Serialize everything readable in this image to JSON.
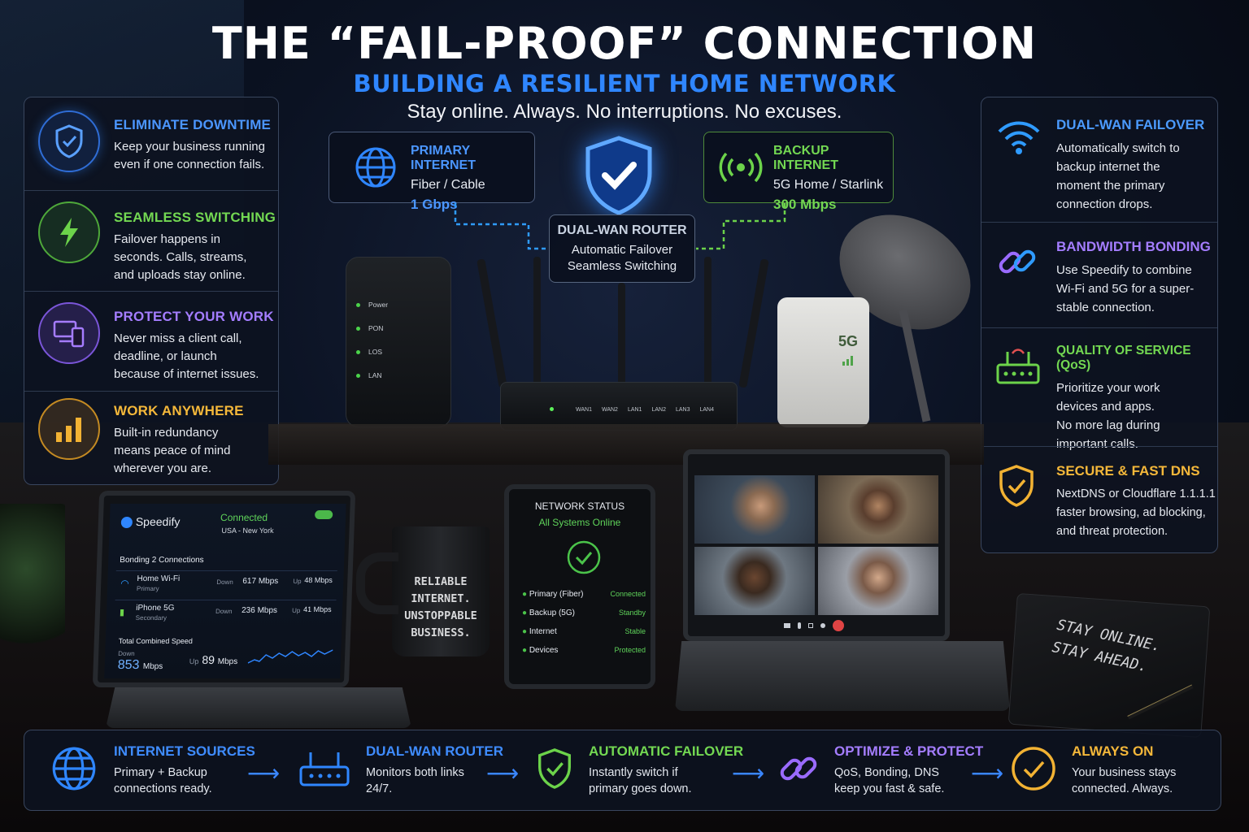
{
  "header": {
    "title": "THE “FAIL-PROOF” CONNECTION",
    "subtitle": "BUILDING A RESILIENT HOME NETWORK",
    "tagline": "Stay online. Always. No interruptions. No excuses."
  },
  "left_features": [
    {
      "title": "ELIMINATE DOWNTIME",
      "desc_lines": [
        "Keep your business running",
        "even if one connection fails."
      ],
      "color": "#3f8cff",
      "icon": "shield-check-icon"
    },
    {
      "title": "SEAMLESS SWITCHING",
      "desc_lines": [
        "Failover happens in",
        "seconds. Calls, streams,",
        "and uploads stay online."
      ],
      "color": "#6cd34a",
      "icon": "lightning-icon"
    },
    {
      "title": "PROTECT YOUR WORK",
      "desc_lines": [
        "Never miss a client call,",
        "deadline, or launch",
        "because of internet issues."
      ],
      "color": "#9a6bff",
      "icon": "devices-icon"
    },
    {
      "title": "WORK ANYWHERE",
      "desc_lines": [
        "Built-in redundancy",
        "means peace of mind",
        "wherever you are."
      ],
      "color": "#f2b233",
      "icon": "bar-chart-icon"
    }
  ],
  "right_features": [
    {
      "title": "DUAL-WAN FAILOVER",
      "desc_lines": [
        "Automatically switch to",
        "backup internet the",
        "moment the primary",
        "connection drops."
      ],
      "color": "#2f9bff",
      "icon": "wifi-icon"
    },
    {
      "title": "BANDWIDTH BONDING",
      "desc_lines": [
        "Use Speedify to combine",
        "Wi-Fi and 5G for a super-",
        "stable connection."
      ],
      "color": "#9a6bff",
      "icon": "link-icon"
    },
    {
      "title": "QUALITY OF SERVICE (QoS)",
      "desc_lines": [
        "Prioritize your work",
        "devices and apps.",
        "No more lag during",
        "important calls."
      ],
      "color": "#6cd34a",
      "icon": "router-icon"
    },
    {
      "title": "SECURE & FAST DNS",
      "desc_lines": [
        "NextDNS or Cloudflare 1.1.1.1",
        "faster browsing, ad blocking,",
        "and threat protection."
      ],
      "color": "#f2b233",
      "icon": "shield-check-icon"
    }
  ],
  "primary": {
    "title": "PRIMARY INTERNET",
    "type": "Fiber / Cable",
    "speed": "1 Gbps"
  },
  "backup": {
    "title": "BACKUP INTERNET",
    "type": "5G Home / Starlink",
    "speed": "300 Mbps"
  },
  "router_box": {
    "title": "DUAL-WAN ROUTER",
    "line1": "Automatic Failover",
    "line2": "Seamless Switching"
  },
  "modem_leds": [
    "Power",
    "PON",
    "LOS",
    "LAN"
  ],
  "router_ports": [
    "WAN1",
    "WAN2",
    "LAN1",
    "LAN2",
    "LAN3",
    "LAN4"
  ],
  "fiveg_label": "5G",
  "laptop": {
    "app": "Speedify",
    "status": "Connected",
    "location": "USA - New York",
    "bonding": "Bonding 2 Connections",
    "connections": [
      {
        "name": "Home Wi-Fi",
        "role": "Primary",
        "down_label": "Down",
        "down": "617 Mbps",
        "up_label": "Up",
        "up": "48 Mbps"
      },
      {
        "name": "iPhone 5G",
        "role": "Secondary",
        "down_label": "Down",
        "down": "236 Mbps",
        "up_label": "Up",
        "up": "41 Mbps"
      }
    ],
    "total_label": "Total Combined Speed",
    "down_label": "Down",
    "down_value": "853",
    "down_unit": "Mbps",
    "up_label": "Up",
    "up_value": "89",
    "up_unit": "Mbps"
  },
  "mug": {
    "lines": [
      "RELIABLE",
      "INTERNET.",
      "UNSTOPPABLE",
      "BUSINESS."
    ]
  },
  "tablet": {
    "title": "NETWORK STATUS",
    "subtitle": "All Systems Online",
    "rows": [
      {
        "label": "Primary (Fiber)",
        "status": "Connected"
      },
      {
        "label": "Backup (5G)",
        "status": "Standby"
      },
      {
        "label": "Internet",
        "status": "Stable"
      },
      {
        "label": "Devices",
        "status": "Protected"
      }
    ]
  },
  "notebook": {
    "lines": [
      "STAY ONLINE.",
      "STAY AHEAD."
    ]
  },
  "bottom_steps": [
    {
      "title": "INTERNET SOURCES",
      "desc_lines": [
        "Primary + Backup",
        "connections ready."
      ],
      "color": "#2f86ff",
      "icon": "globe-icon"
    },
    {
      "title": "DUAL-WAN ROUTER",
      "desc_lines": [
        "Monitors both links",
        "24/7."
      ],
      "color": "#2f86ff",
      "icon": "router-icon"
    },
    {
      "title": "AUTOMATIC FAILOVER",
      "desc_lines": [
        "Instantly switch if",
        "primary goes down."
      ],
      "color": "#6cd34a",
      "icon": "shield-check-icon"
    },
    {
      "title": "OPTIMIZE & PROTECT",
      "desc_lines": [
        "QoS, Bonding, DNS",
        "keep you fast & safe."
      ],
      "color": "#9a6bff",
      "icon": "link-icon"
    },
    {
      "title": "ALWAYS ON",
      "desc_lines": [
        "Your business stays",
        "connected. Always."
      ],
      "color": "#f2b233",
      "icon": "check-circle-icon"
    }
  ]
}
